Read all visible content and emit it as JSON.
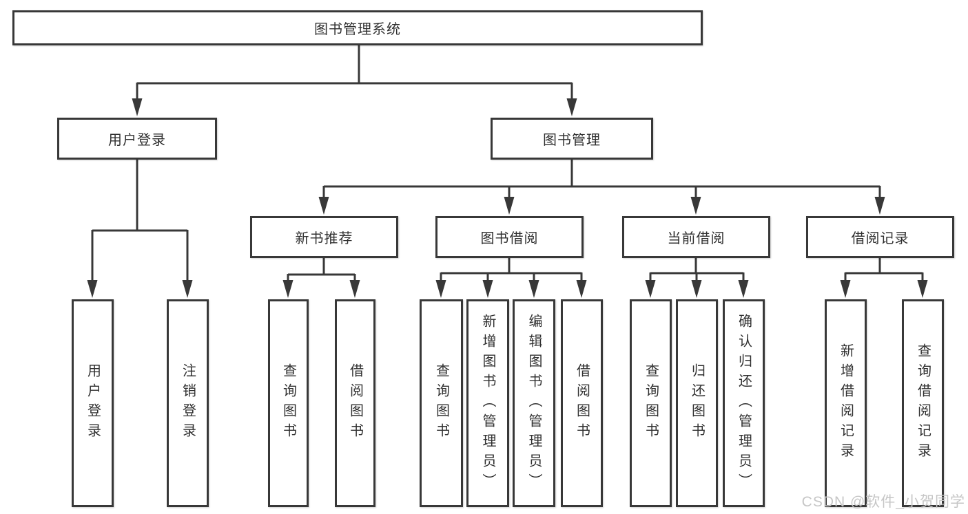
{
  "diagram": {
    "title": "图书管理系统",
    "line_color": "#383838",
    "root": {
      "label": "图书管理系统"
    },
    "level2": [
      {
        "label": "用户登录"
      },
      {
        "label": "图书管理"
      }
    ],
    "level3": [
      {
        "label": "新书推荐"
      },
      {
        "label": "图书借阅"
      },
      {
        "label": "当前借阅"
      },
      {
        "label": "借阅记录"
      }
    ],
    "leaves": [
      {
        "label": "用户登录"
      },
      {
        "label": "注销登录"
      },
      {
        "label": "查询图书"
      },
      {
        "label": "借阅图书"
      },
      {
        "label": "查询图书"
      },
      {
        "label": "新增图书（管理员）"
      },
      {
        "label": "编辑图书（管理员）"
      },
      {
        "label": "借阅图书"
      },
      {
        "label": "查询图书"
      },
      {
        "label": "归还图书"
      },
      {
        "label": "确认归还（管理员）"
      },
      {
        "label": "新增借阅记录"
      },
      {
        "label": "查询借阅记录"
      }
    ]
  },
  "watermark": {
    "text": "CSDN @软件_小贺同学"
  }
}
